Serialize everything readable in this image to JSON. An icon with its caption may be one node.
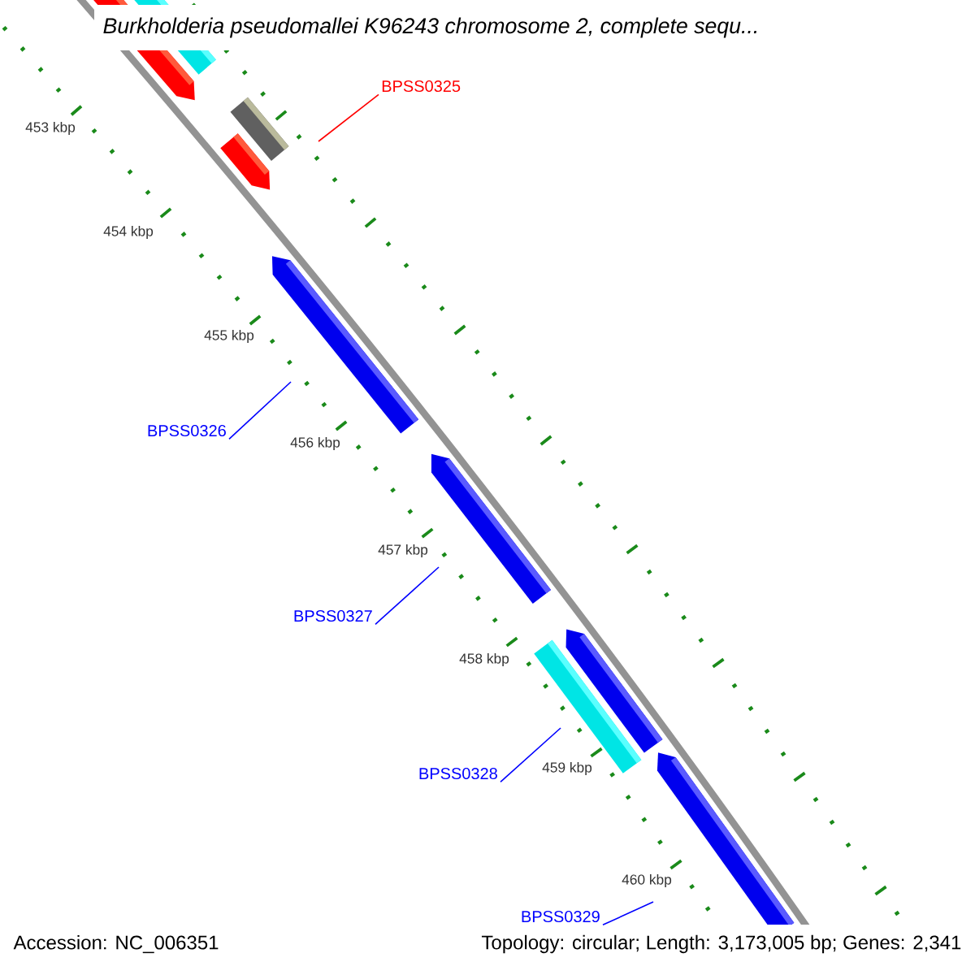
{
  "diagram": {
    "title": "Burkholderia pseudomallei K96243 chromosome 2, complete sequ...",
    "nodes": [
      {
        "text": [
          "BPSS0325"
        ]
      },
      {
        "text": [
          "BPSS0326"
        ]
      },
      {
        "text": [
          "BPSS0327"
        ]
      },
      {
        "text": [
          "BPSS0328"
        ]
      },
      {
        "text": [
          "BPSS0329"
        ]
      }
    ],
    "edges": [
      {
        "from": 0,
        "to": null,
        "arrow": "none",
        "color": "#ff0000"
      },
      {
        "from": 1,
        "to": null,
        "arrow": "none"
      },
      {
        "from": 2,
        "to": null,
        "arrow": "none"
      },
      {
        "from": 3,
        "to": null,
        "arrow": "none"
      },
      {
        "from": 4,
        "to": null,
        "arrow": "none"
      }
    ],
    "labels": [
      "453 kbp",
      "454 kbp",
      "455 kbp",
      "456 kbp",
      "457 kbp",
      "458 kbp",
      "459 kbp",
      "460 kbp",
      "Accession: NC_006351",
      "Topology: circular; Length: 3,173,005 bp; Genes: 2,341"
    ]
  }
}
